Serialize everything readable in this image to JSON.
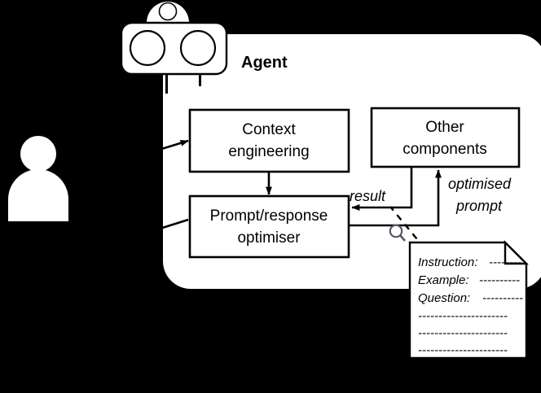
{
  "diagram": {
    "title": "Agent",
    "background_color": "#000000",
    "panel_color": "#ffffff",
    "stroke_color": "#000000",
    "actors": [
      {
        "name": "user-person-icon",
        "label": ""
      },
      {
        "name": "robot-agent-icon",
        "label": ""
      }
    ],
    "nodes": [
      {
        "id": "context-engineering",
        "line1": "Context",
        "line2": "engineering"
      },
      {
        "id": "other-components",
        "line1": "Other",
        "line2": "components"
      },
      {
        "id": "prompt-response-optimiser",
        "line1": "Prompt/response",
        "line2": "optimiser"
      }
    ],
    "edges": [
      {
        "id": "user-to-context",
        "label": ""
      },
      {
        "id": "context-to-optimiser",
        "label": ""
      },
      {
        "id": "other-to-optimiser",
        "label": "result"
      },
      {
        "id": "optimiser-to-other",
        "label_line1": "optimised",
        "label_line2": "prompt"
      },
      {
        "id": "optimiser-to-user",
        "label": ""
      },
      {
        "id": "inspect-dashed-link",
        "label": ""
      }
    ],
    "document_note": {
      "name": "prompt-document",
      "lines": [
        {
          "label": "Instruction:",
          "dashes": "--------"
        },
        {
          "label": "Example:",
          "dashes": "----------"
        },
        {
          "label": "Question:",
          "dashes": "----------"
        }
      ],
      "blank_lines": [
        "----------------------",
        "----------------------",
        "----------------------"
      ]
    },
    "icons": [
      {
        "name": "magnifier-icon"
      },
      {
        "name": "page-fold-icon"
      }
    ]
  }
}
